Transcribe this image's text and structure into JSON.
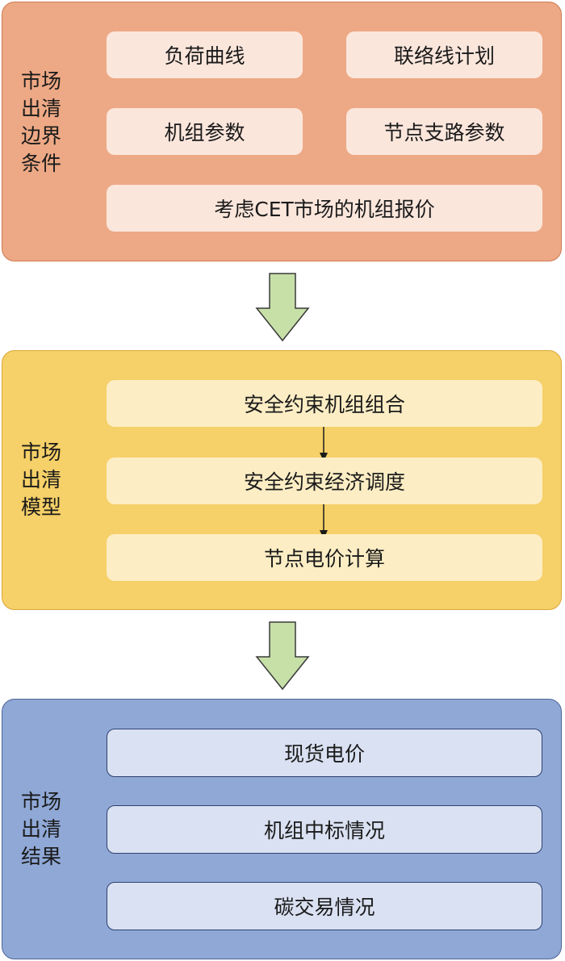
{
  "sections": {
    "boundary": {
      "label_lines": [
        "市场",
        "出清",
        "边界",
        "条件"
      ],
      "items": [
        "负荷曲线",
        "联络线计划",
        "机组参数",
        "节点支路参数",
        "考虑CET市场的机组报价"
      ]
    },
    "model": {
      "label_lines": [
        "市场",
        "出清",
        "模型"
      ],
      "items": [
        "安全约束机组组合",
        "安全约束经济调度",
        "节点电价计算"
      ]
    },
    "result": {
      "label_lines": [
        "市场",
        "出清",
        "结果"
      ],
      "items": [
        "现货电价",
        "机组中标情况",
        "碳交易情况"
      ]
    }
  },
  "colors": {
    "boundary_fill": "#eda985",
    "model_fill": "#f6d068",
    "result_fill": "#8fa8d6",
    "arrow_fill": "#c7e0a8"
  }
}
